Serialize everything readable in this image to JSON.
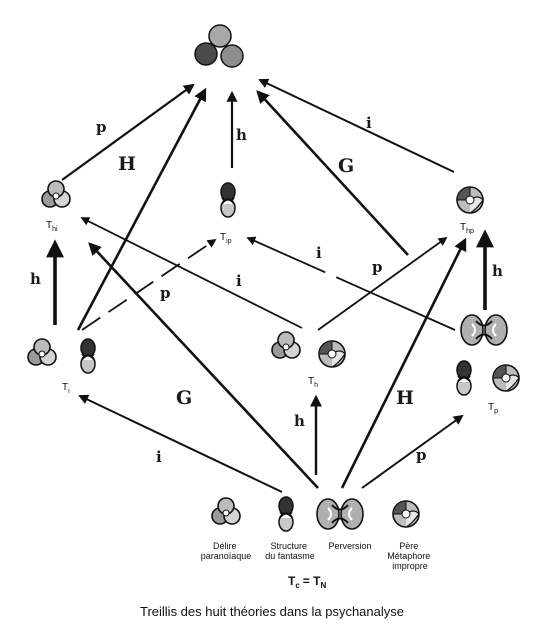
{
  "caption": "Treillis des huit théories dans la psychanalyse",
  "nodes": {
    "hi": {
      "main": "T",
      "sub": "hi"
    },
    "ip": {
      "main": "T",
      "sub": "ip"
    },
    "hp": {
      "main": "T",
      "sub": "hp"
    },
    "i": {
      "main": "T",
      "sub": "i"
    },
    "h": {
      "main": "T",
      "sub": "h"
    },
    "p": {
      "main": "T",
      "sub": "p"
    },
    "c": {
      "main": "T",
      "sub": "c",
      "eq": "= T",
      "eq_sub": "N"
    }
  },
  "edge_letters": {
    "p_top": "p",
    "H_top": "H",
    "h_top": "h",
    "G_top": "G",
    "i_top": "i",
    "h_left": "h",
    "p_mid": "p",
    "i_mid": "i",
    "i_mid2": "i",
    "p_mid2": "p",
    "h_right": "h",
    "G_bot": "G",
    "H_bot": "H",
    "i_bot": "i",
    "h_bot": "h",
    "p_bot": "p"
  },
  "knot_captions": {
    "delire": [
      "Délire",
      "paranoïaque"
    ],
    "structure": [
      "Structure",
      "du fantasme"
    ],
    "perversion": [
      "Perversion"
    ],
    "pere": [
      "Père",
      "Métaphore",
      "impropre"
    ]
  }
}
